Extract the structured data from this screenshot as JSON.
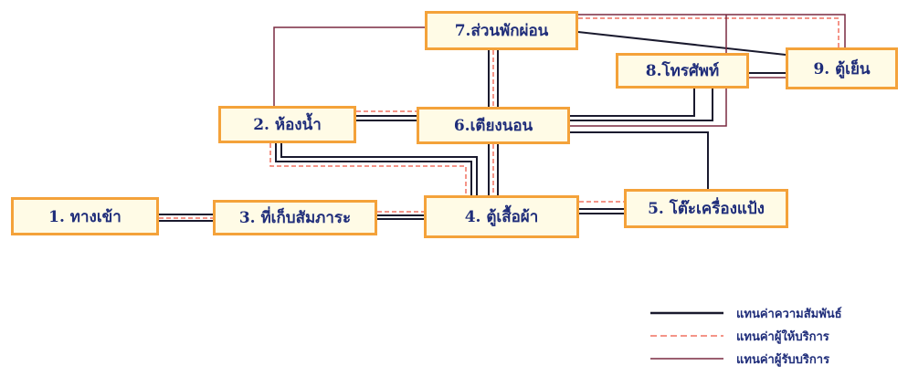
{
  "colors": {
    "relationship": "#1a1a2e",
    "provider": "#f07060",
    "receiver": "#7a2a40",
    "node_border": "#f4a23a",
    "node_fill": "#fffbe6",
    "node_text": "#1f2d7a"
  },
  "nodes": [
    {
      "id": "n1",
      "label": "1. ทางเข้า"
    },
    {
      "id": "n2",
      "label": "2. ห้องน้ำ"
    },
    {
      "id": "n3",
      "label": "3. ที่เก็บสัมภาระ"
    },
    {
      "id": "n4",
      "label": "4. ตู้เสื้อผ้า"
    },
    {
      "id": "n5",
      "label": "5. โต๊ะเครื่องแป้ง"
    },
    {
      "id": "n6",
      "label": "6.เตียงนอน"
    },
    {
      "id": "n7",
      "label": "7.ส่วนพักผ่อน"
    },
    {
      "id": "n8",
      "label": "8.โทรศัพท์"
    },
    {
      "id": "n9",
      "label": "9. ตู้เย็น"
    }
  ],
  "legend": [
    {
      "style": "solid",
      "label": "แทนค่าความสัมพันธ์"
    },
    {
      "style": "dashed",
      "label": "แทนค่าผู้ให้บริการ"
    },
    {
      "style": "thin",
      "label": "แทนค่าผู้รับบริการ"
    }
  ]
}
